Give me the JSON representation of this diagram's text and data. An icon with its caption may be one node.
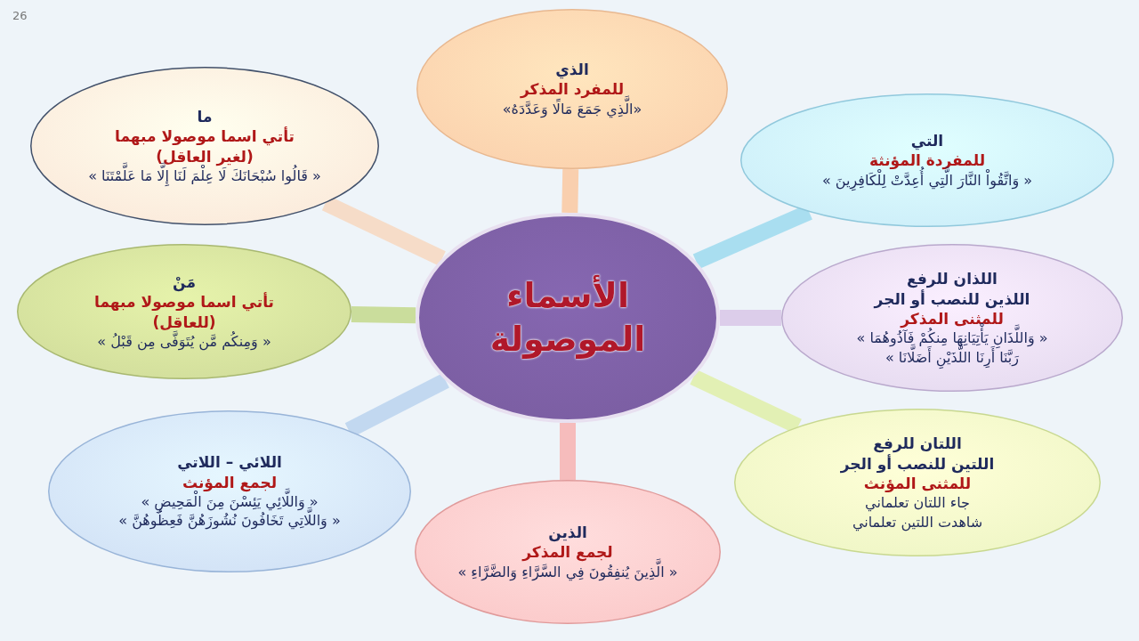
{
  "diagram": {
    "nodes": [
      {
        "text": [
          "الأسماء الموصولة"
        ]
      },
      {
        "text": [
          "الذي",
          "للمفرد المذكر",
          "«الَّذِي جَمَعَ مَالًا وَعَدَّدَهُ»"
        ]
      },
      {
        "text": [
          "التي",
          "للمفردة المؤنثة",
          "« وَاتَّقُواْ النَّارَ الَّتِي أُعِدَّتْ لِلْكَافِرِينَ »"
        ]
      },
      {
        "text": [
          "اللذان للرفع",
          "اللذين للنصب أو الجر",
          "للمثنى المذكر",
          "« وَاللَّذَانِ يَأْتِيَانِهَا مِنكُمْ فَآذُوهُمَا »",
          "رَبَّنَا أَرِنَا اللَّذَيْنِ أَضَلَّانَا »"
        ]
      },
      {
        "text": [
          "اللتان للرفع",
          "اللتين للنصب أو الجر",
          "للمثنى المؤنث",
          "جاء اللتان تعلماني",
          "شاهدت اللتين تعلماني"
        ]
      },
      {
        "text": [
          "الذين",
          "لجمع المذكر",
          "« الَّذِينَ يُنفِقُونَ فِي السَّرَّاءِ وَالضَّرَّاءِ »"
        ]
      },
      {
        "text": [
          "اللائي – اللاتي",
          "لجمع المؤنث",
          "« وَاللَّائِي يَئِسْنَ مِنَ الْمَحِيضِ »",
          "« وَاللَّاتِي تَخَافُونَ نُشُوزَهُنَّ فَعِظُوهُنَّ »"
        ]
      },
      {
        "text": [
          "مَنْ",
          "تأتي اسما موصولا مبهما",
          "(للعاقل)",
          "« وَمِنكُم مَّن يُتَوَفَّى مِن قَبْلُ »"
        ]
      },
      {
        "text": [
          "ما",
          "تأتي اسما موصولا مبهما",
          "(لغير العاقل)",
          "« قَالُوا سُبْحَانَكَ لَا عِلْمَ لَنَا إِلَّا مَا عَلَّمْتَنَا »"
        ]
      }
    ],
    "edges": [
      {
        "from": 0,
        "to": 1,
        "arrow": "none",
        "color": "#f9cfae"
      },
      {
        "from": 0,
        "to": 2,
        "arrow": "none",
        "color": "#a9def0"
      },
      {
        "from": 0,
        "to": 3,
        "arrow": "none",
        "color": "#dccdea"
      },
      {
        "from": 0,
        "to": 4,
        "arrow": "none",
        "color": "#e2f0b4"
      },
      {
        "from": 0,
        "to": 5,
        "arrow": "none",
        "color": "#f6bcbc"
      },
      {
        "from": 0,
        "to": 6,
        "arrow": "none",
        "color": "#c2d8f0"
      },
      {
        "from": 0,
        "to": 7,
        "arrow": "none",
        "color": "#cadd9c"
      },
      {
        "from": 0,
        "to": 8,
        "arrow": "none",
        "color": "#f6dcc8"
      }
    ],
    "labels": [
      "26"
    ]
  }
}
